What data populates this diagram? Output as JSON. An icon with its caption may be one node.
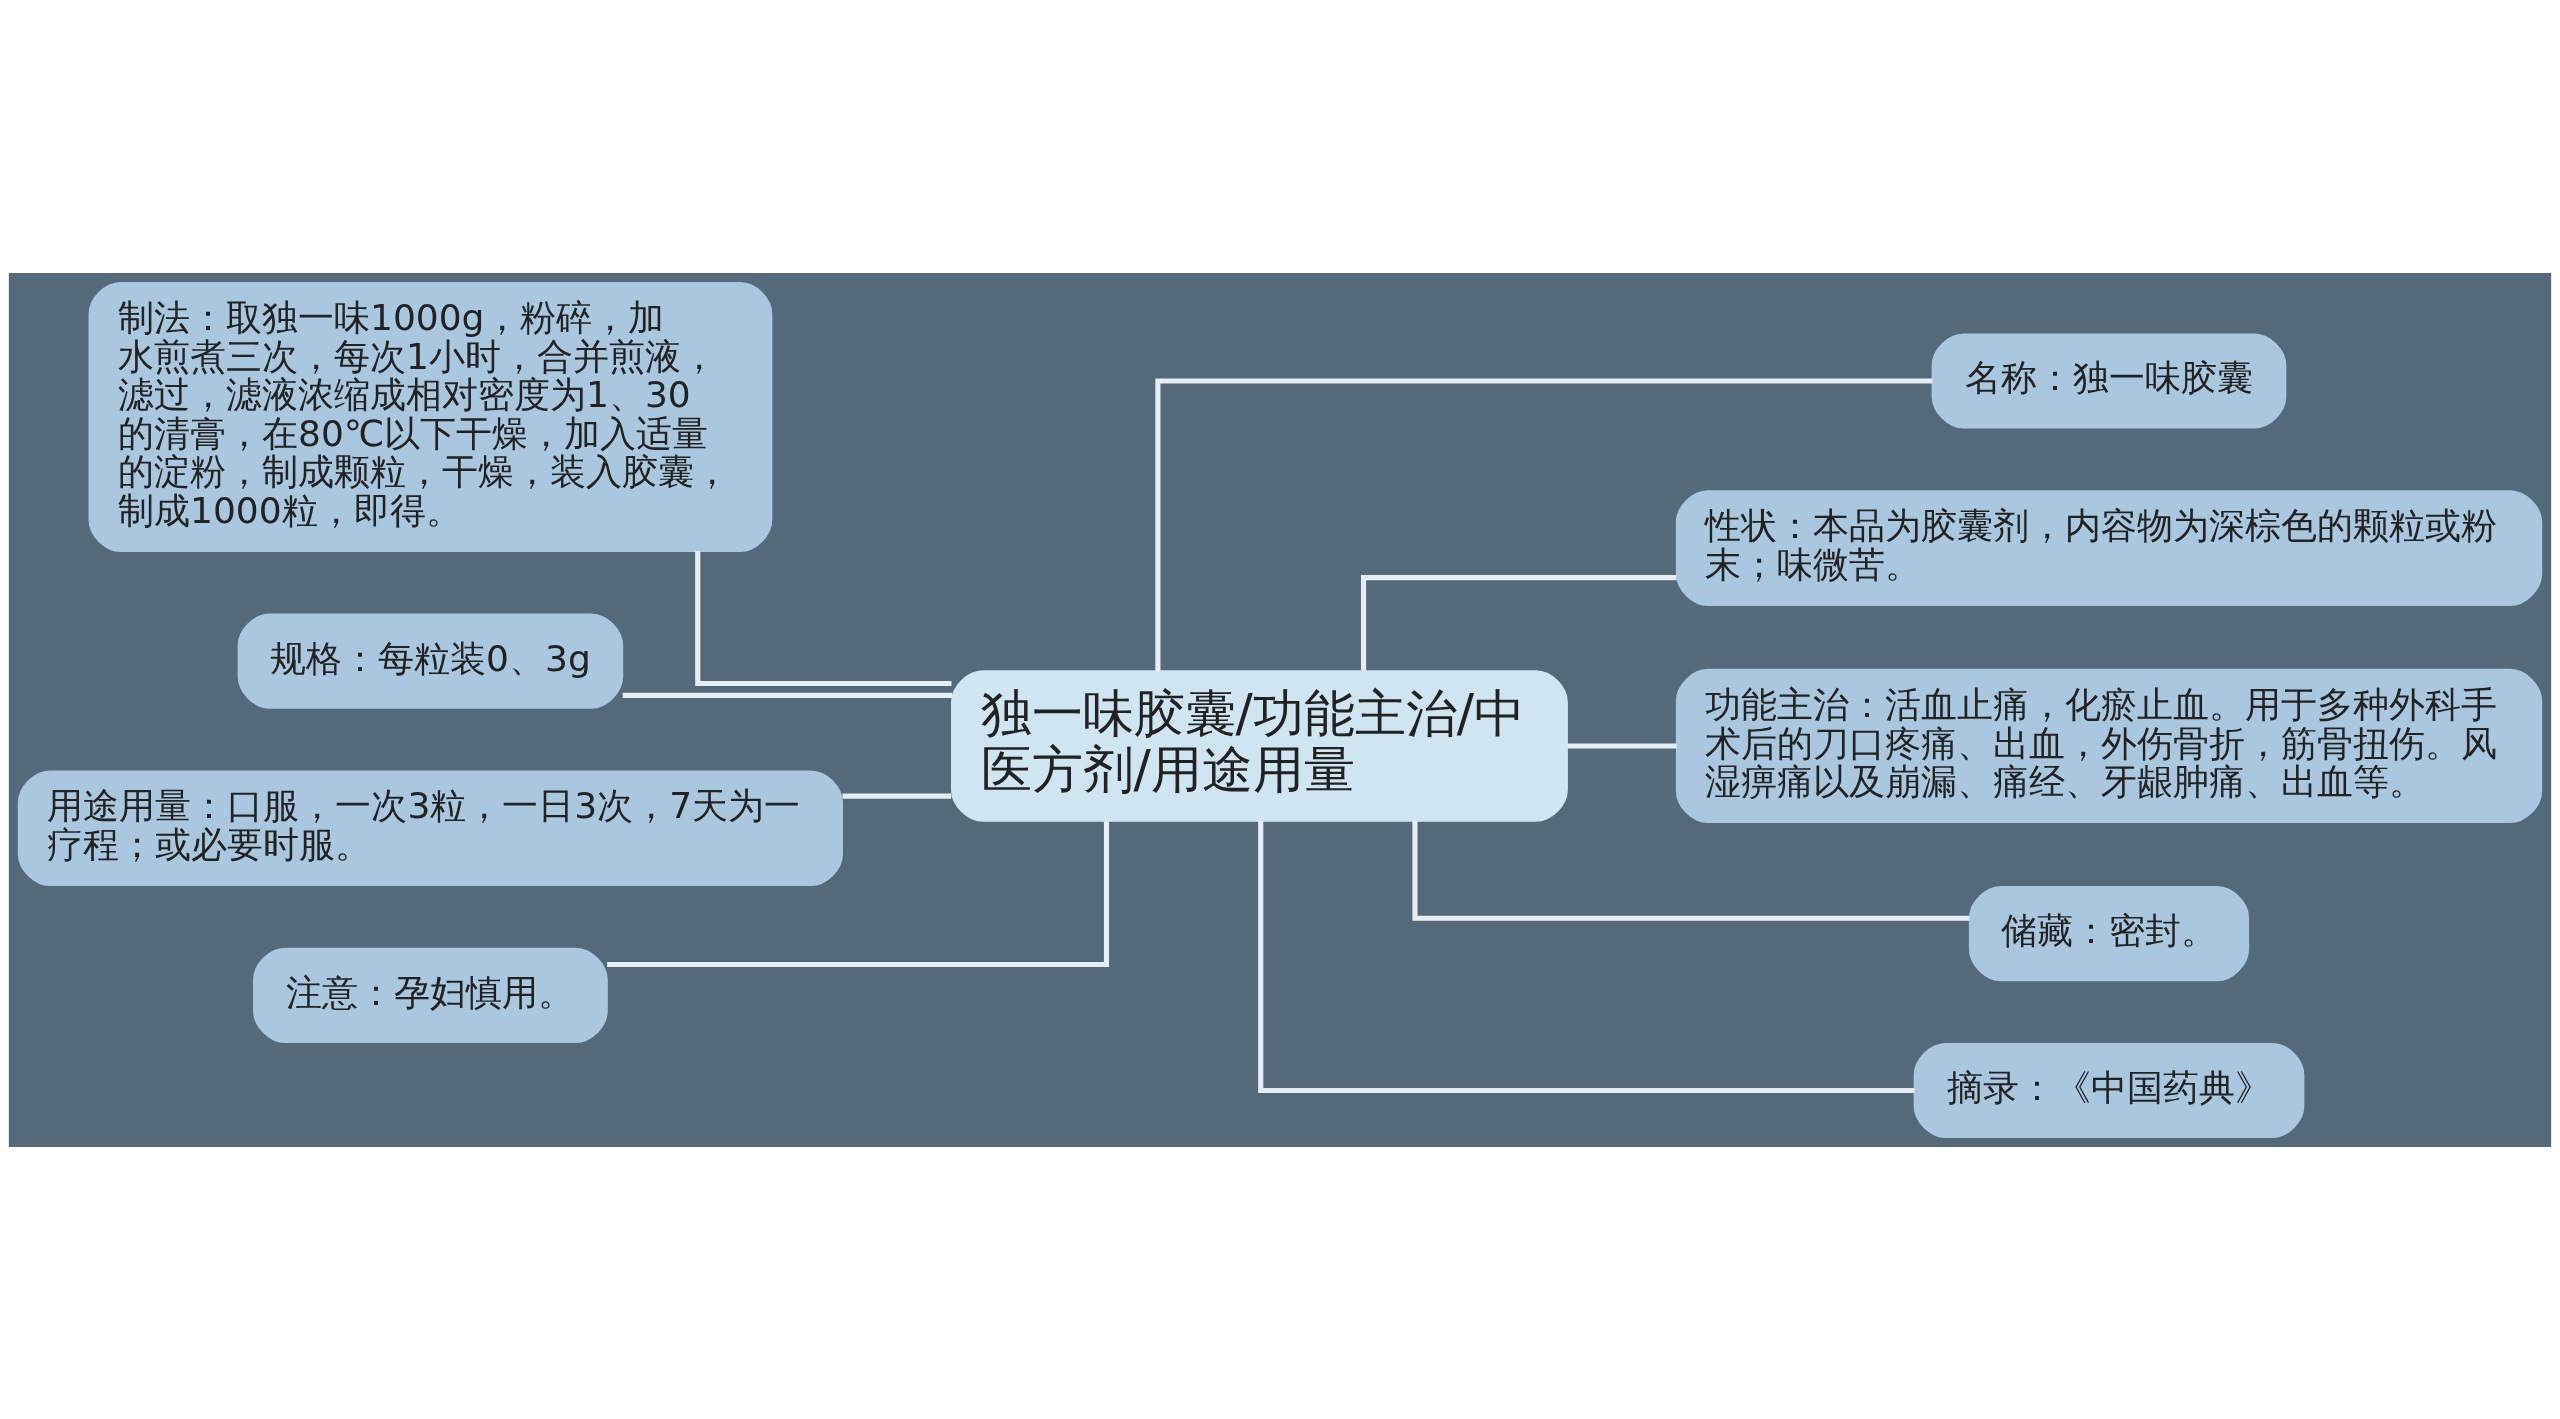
{
  "diagram": {
    "nodes": [
      {
        "text": [
          "独一味胶囊/功能主治/中医方剂/用途用量"
        ]
      },
      {
        "text": [
          "制法：取独一味1000g，粉碎，加水煎煮三次，每次1小时，合并煎液，滤过，滤液浓缩成相对密度为1、30的清膏，在80℃以下干燥，加入适量的淀粉，制成颗粒，干燥，装入胶囊，制成1000粒，即得。"
        ]
      },
      {
        "text": [
          "规格：每粒装0、3g"
        ]
      },
      {
        "text": [
          "用途用量：口服，一次3粒，一日3次，7天为一疗程；或必要时服。"
        ]
      },
      {
        "text": [
          "注意：孕妇慎用。"
        ]
      },
      {
        "text": [
          "名称：独一味胶囊"
        ]
      },
      {
        "text": [
          "性状：本品为胶囊剂，内容物为深棕色的颗粒或粉末；味微苦。"
        ]
      },
      {
        "text": [
          "功能主治：活血止痛，化瘀止血。用于多种外科手术后的刀口疼痛、出血，外伤骨折，筋骨扭伤。风湿痹痛以及崩漏、痛经、牙龈肿痛、出血等。"
        ]
      },
      {
        "text": [
          "储藏：密封。"
        ]
      },
      {
        "text": [
          "摘录：《中国药典》"
        ]
      }
    ],
    "edges": [
      {
        "from": 0,
        "to": 1,
        "arrow": "none"
      },
      {
        "from": 0,
        "to": 2,
        "arrow": "none"
      },
      {
        "from": 0,
        "to": 3,
        "arrow": "none"
      },
      {
        "from": 0,
        "to": 4,
        "arrow": "none"
      },
      {
        "from": 0,
        "to": 5,
        "arrow": "none"
      },
      {
        "from": 0,
        "to": 6,
        "arrow": "none"
      },
      {
        "from": 0,
        "to": 7,
        "arrow": "none"
      },
      {
        "from": 0,
        "to": 8,
        "arrow": "none"
      },
      {
        "from": 0,
        "to": 9,
        "arrow": "none"
      }
    ]
  }
}
